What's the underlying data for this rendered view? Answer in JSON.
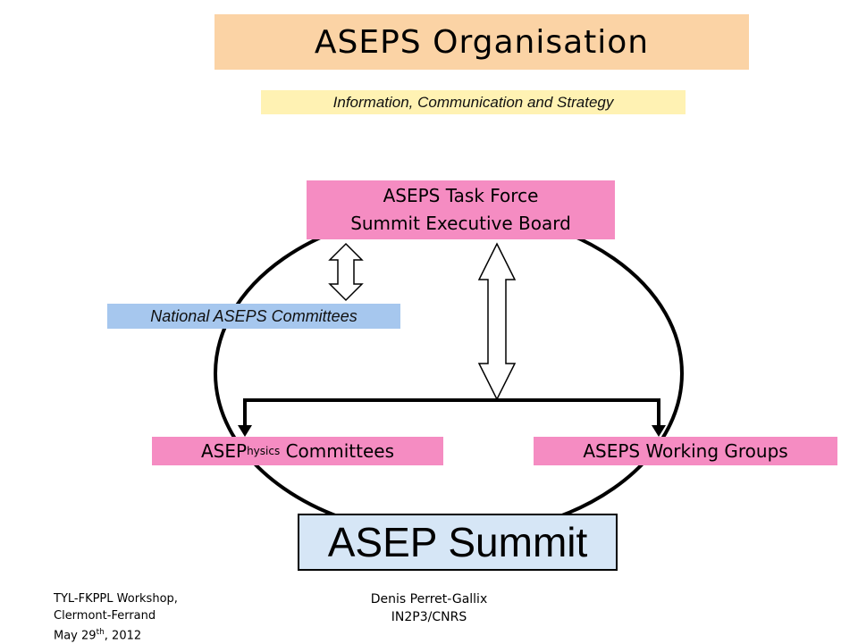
{
  "title": "ASEPS Organisation",
  "subtitle": "Information, Communication and Strategy",
  "task_force": {
    "line1": "ASEPS Task Force",
    "line2": "Summit Executive Board"
  },
  "national_committees": "National ASEPS Committees",
  "physics_committees": {
    "prefix": "ASEP",
    "small": "hysics",
    "suffix": " Committees"
  },
  "working_groups": "ASEPS Working Groups",
  "summit": "ASEP Summit",
  "footer": {
    "left_line1": "TYL-FKPPL Workshop,",
    "left_line2": "Clermont-Ferrand",
    "left_line3_main": "May 29",
    "left_line3_sup": "th",
    "left_line3_end": ", 2012",
    "center_line1": "Denis Perret-Gallix",
    "center_line2": "IN2P3/CNRS"
  },
  "colors": {
    "title_bg": "#fbd3a5",
    "subtitle_bg": "#fff2b3",
    "pink": "#f58cc2",
    "blue": "#a6c7ee",
    "summit_bg": "#d6e6f6"
  }
}
